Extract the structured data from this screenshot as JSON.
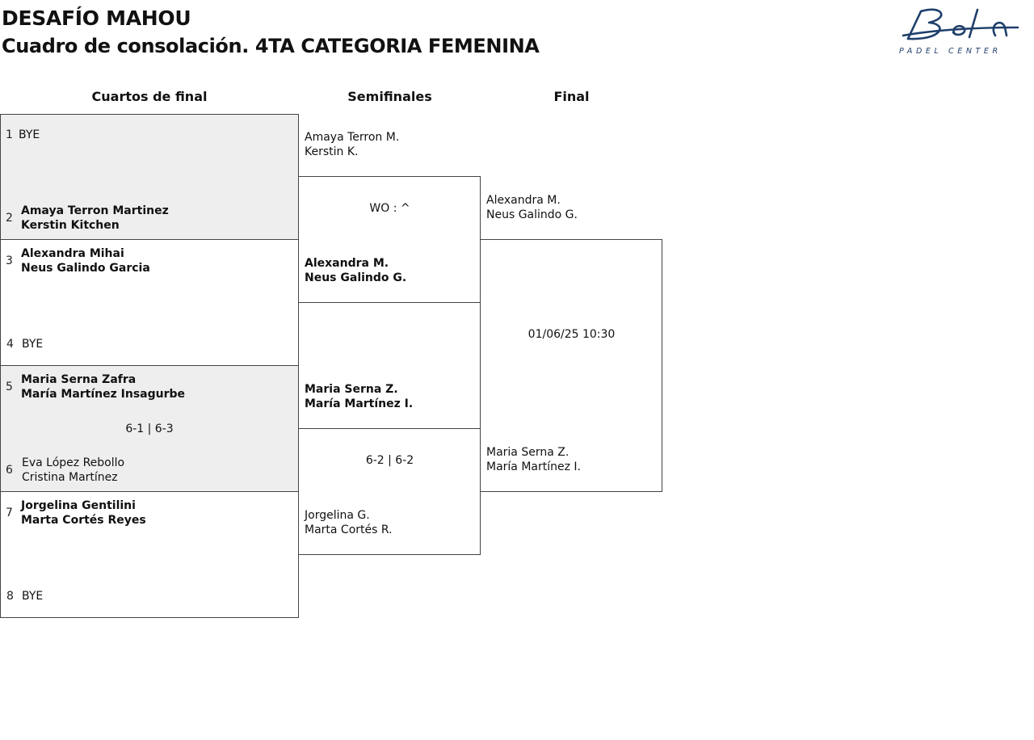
{
  "header": {
    "title": "DESAFÍO MAHOU",
    "subtitle": "Cuadro de consolación. 4TA CATEGORIA FEMENINA"
  },
  "logo": {
    "script_text": "Bela",
    "wordmark": "PADEL CENTER",
    "color": "#1f3f6b"
  },
  "rounds": {
    "quarters": "Cuartos de final",
    "semis": "Semifinales",
    "final": "Final"
  },
  "quarterfinals": [
    {
      "seed": "1",
      "player1": "BYE",
      "player2": ""
    },
    {
      "seed": "2",
      "player1": "Amaya Terron Martinez",
      "player2": "Kerstin Kitchen"
    },
    {
      "seed": "3",
      "player1": "Alexandra Mihai",
      "player2": "Neus Galindo Garcia"
    },
    {
      "seed": "4",
      "player1": "BYE",
      "player2": ""
    },
    {
      "seed": "5",
      "player1": "Maria Serna Zafra",
      "player2": "María Martínez Insagurbe"
    },
    {
      "seed": "6",
      "player1": "Eva López Rebollo",
      "player2": "Cristina Martínez"
    },
    {
      "seed": "7",
      "player1": "Jorgelina Gentilini",
      "player2": "Marta Cortés Reyes"
    },
    {
      "seed": "8",
      "player1": "BYE",
      "player2": ""
    }
  ],
  "quarter_scores": {
    "match3": "6-1 | 6-3"
  },
  "semifinals": [
    {
      "player1": "Amaya Terron M.",
      "player2": "Kerstin K."
    },
    {
      "player1": "Alexandra M.",
      "player2": "Neus Galindo G."
    },
    {
      "player1": "Maria Serna Z.",
      "player2": "María Martínez I."
    },
    {
      "player1": "Jorgelina G.",
      "player2": "Marta Cortés R."
    }
  ],
  "semi_scores": {
    "match1": "WO : ^",
    "match2": "6-2 | 6-2"
  },
  "final": {
    "team1": {
      "player1": "Alexandra M.",
      "player2": "Neus Galindo G."
    },
    "team2": {
      "player1": "Maria Serna Z.",
      "player2": "María Martínez I."
    },
    "schedule": "01/06/25 10:30"
  }
}
